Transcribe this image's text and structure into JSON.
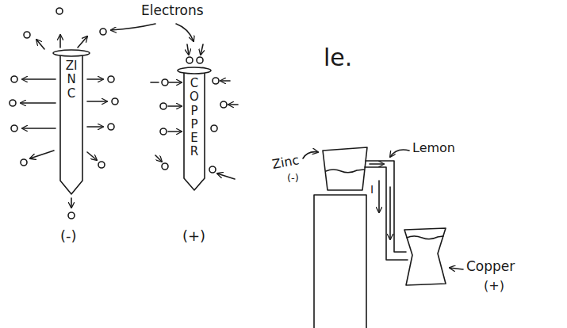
{
  "diagram": {
    "nodes": [
      {
        "text": [
          "ZINC"
        ]
      },
      {
        "text": [
          "COPPER"
        ]
      }
    ],
    "labels": [
      "Electrons",
      "(-)",
      "(+)",
      "le.",
      "Lemon",
      "Zinc",
      "(-)",
      "I",
      "Copper",
      "(+)"
    ]
  }
}
